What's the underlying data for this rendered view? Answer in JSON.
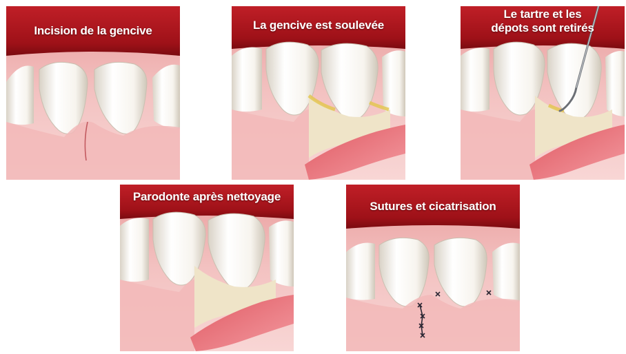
{
  "panels": [
    {
      "caption": "Incision de la gencive"
    },
    {
      "caption": "La gencive est soulevée"
    },
    {
      "caption_line1": "Le tartre et les",
      "caption_line2": "dépots sont retirés"
    },
    {
      "caption": "Parodonte après nettoyage"
    },
    {
      "caption": "Sutures et cicatrisation"
    }
  ]
}
